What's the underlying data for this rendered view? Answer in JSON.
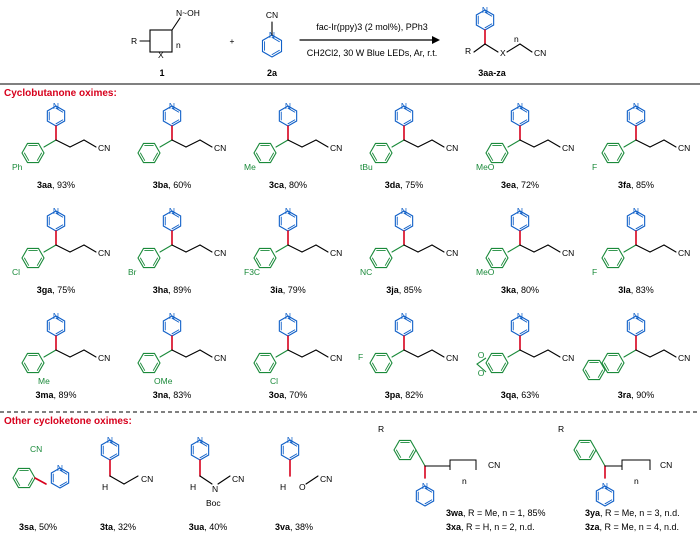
{
  "header": {
    "reactant1_label": "1",
    "reactant2_label": "2a",
    "product_label": "3aa-za",
    "plus": "+",
    "condition_top": "fac-Ir(ppy)3 (2 mol%), PPh3",
    "condition_bottom": "CH2Cl2, 30 W Blue LEDs, Ar, r.t.",
    "atoms": {
      "oh": "N~OH",
      "r": "R",
      "x": "X",
      "n": "n",
      "cn": "CN",
      "pyN": "N"
    }
  },
  "sections": {
    "cyclobutanone": "Cyclobutanone oximes:",
    "other": "Other cycloketone oximes:"
  },
  "row1": [
    {
      "id": "3aa",
      "yield": ", 93%",
      "sub": "Ph"
    },
    {
      "id": "3ba",
      "yield": ", 60%",
      "sub": ""
    },
    {
      "id": "3ca",
      "yield": ", 80%",
      "sub": "Me"
    },
    {
      "id": "3da",
      "yield": ", 75%",
      "sub": "tBu"
    },
    {
      "id": "3ea",
      "yield": ", 72%",
      "sub": "MeO"
    },
    {
      "id": "3fa",
      "yield": ", 85%",
      "sub": "F"
    }
  ],
  "row2": [
    {
      "id": "3ga",
      "yield": ", 75%",
      "sub": "Cl"
    },
    {
      "id": "3ha",
      "yield": ", 89%",
      "sub": "Br"
    },
    {
      "id": "3ia",
      "yield": ", 79%",
      "sub": "F3C"
    },
    {
      "id": "3ja",
      "yield": ", 85%",
      "sub": "NC"
    },
    {
      "id": "3ka",
      "yield": ", 80%",
      "sub": "MeO"
    },
    {
      "id": "3la",
      "yield": ", 83%",
      "sub": "F"
    }
  ],
  "row3": [
    {
      "id": "3ma",
      "yield": ", 89%",
      "sub": "Me"
    },
    {
      "id": "3na",
      "yield": ", 83%",
      "sub": "OMe"
    },
    {
      "id": "3oa",
      "yield": ", 70%",
      "sub": "Cl"
    },
    {
      "id": "3pa",
      "yield": ", 82%",
      "sub": "F"
    },
    {
      "id": "3qa",
      "yield": ", 63%",
      "sub": ""
    },
    {
      "id": "3ra",
      "yield": ", 90%",
      "sub": ""
    }
  ],
  "row4": [
    {
      "id": "3sa",
      "yield": ", 50%"
    },
    {
      "id": "3ta",
      "yield": ", 32%"
    },
    {
      "id": "3ua",
      "yield": ", 40%"
    },
    {
      "id": "3va",
      "yield": ", 38%"
    },
    {
      "id": "3wa",
      "yield": ", R = Me, n = 1, 85%"
    },
    {
      "id": "3xa",
      "yield": ", R = H, n = 2, n.d."
    },
    {
      "id": "3ya",
      "yield": ", R = Me, n = 3, n.d."
    },
    {
      "id": "3za",
      "yield": ", R = Me, n = 4, n.d."
    }
  ],
  "misc": {
    "boc": "Boc",
    "h": "H",
    "o": "O",
    "n": "N",
    "r": "R",
    "cn": "CN",
    "n_sub": "n"
  },
  "colors": {
    "pyridine": "#1060c8",
    "aryl": "#1a8a3a",
    "bond": "#d7001c",
    "section": "#d7001c"
  }
}
